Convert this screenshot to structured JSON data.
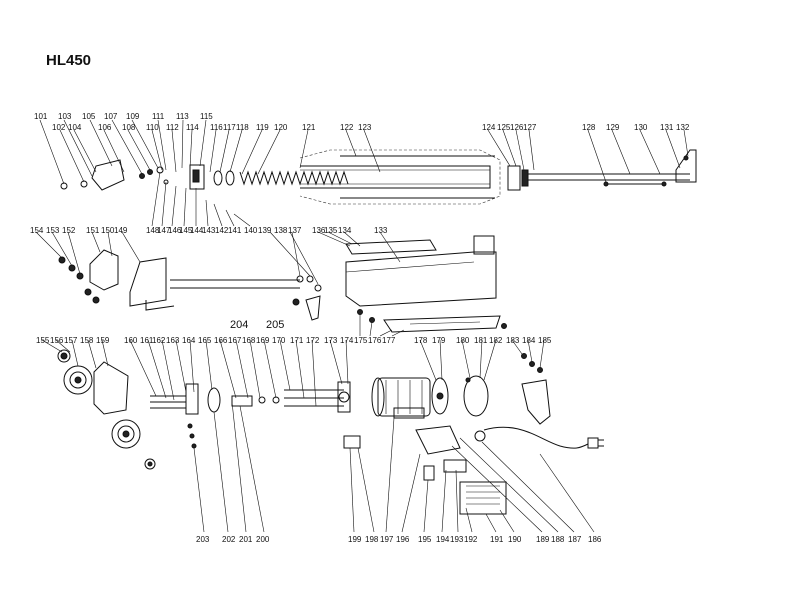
{
  "title": "HL450",
  "colors": {
    "ink": "#111111",
    "background": "#ffffff"
  },
  "callouts": [
    "101",
    "102",
    "103",
    "104",
    "105",
    "106",
    "107",
    "108",
    "109",
    "110",
    "111",
    "112",
    "113",
    "114",
    "115",
    "116",
    "117",
    "118",
    "119",
    "120",
    "121",
    "122",
    "123",
    "124",
    "125",
    "126",
    "127",
    "128",
    "129",
    "130",
    "131",
    "132",
    "133",
    "134",
    "135",
    "136",
    "137",
    "138",
    "139",
    "140",
    "141",
    "142",
    "143",
    "144",
    "145",
    "146",
    "147",
    "148",
    "149",
    "150",
    "151",
    "152",
    "153",
    "154",
    "155",
    "156",
    "157",
    "158",
    "159",
    "160",
    "161",
    "162",
    "163",
    "164",
    "165",
    "166",
    "167",
    "168",
    "169",
    "170",
    "171",
    "172",
    "173",
    "174",
    "175",
    "176",
    "177",
    "178",
    "179",
    "180",
    "181",
    "182",
    "183",
    "184",
    "185",
    "186",
    "187",
    "188",
    "189",
    "190",
    "191",
    "192",
    "193",
    "194",
    "195",
    "196",
    "197",
    "198",
    "199",
    "200",
    "201",
    "202",
    "203",
    "204",
    "205"
  ]
}
